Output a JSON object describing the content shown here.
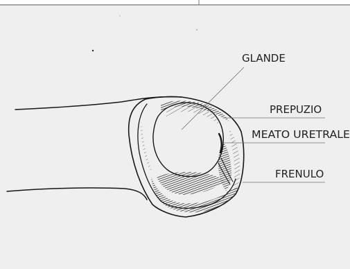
{
  "labels": {
    "glande": "GLANDE",
    "prepuzio": "PREPUZIO",
    "meato": "MEATO URETRALE",
    "frenulo": "FRENULO"
  },
  "colors": {
    "background": "#efefef",
    "ink": "#161616",
    "frame": "#777777"
  }
}
